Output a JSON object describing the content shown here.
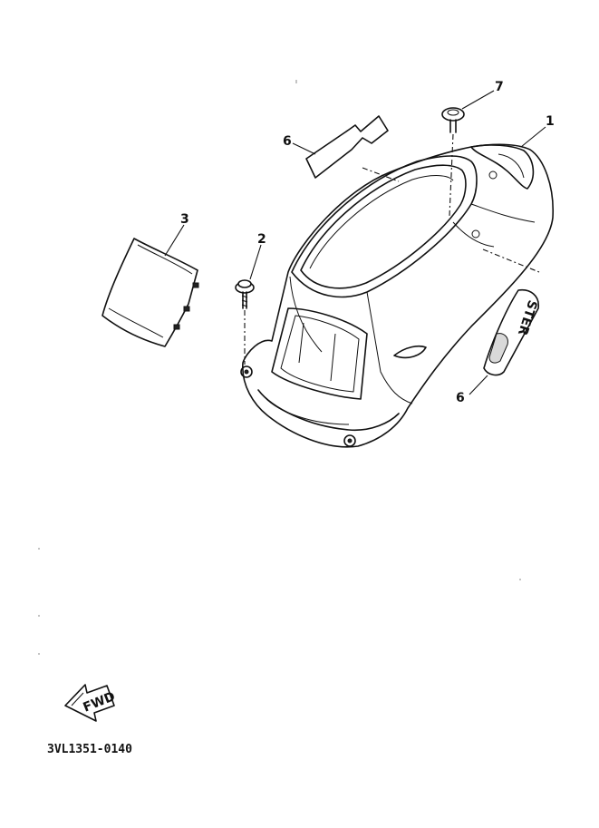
{
  "callouts": {
    "c1": "1",
    "c2": "2",
    "c3": "3",
    "c6a": "6",
    "c6b": "6",
    "c7": "7"
  },
  "fwd_arrow": {
    "label": "FWD"
  },
  "emblem_text": "STER",
  "part_code": "3VL1351-0140"
}
